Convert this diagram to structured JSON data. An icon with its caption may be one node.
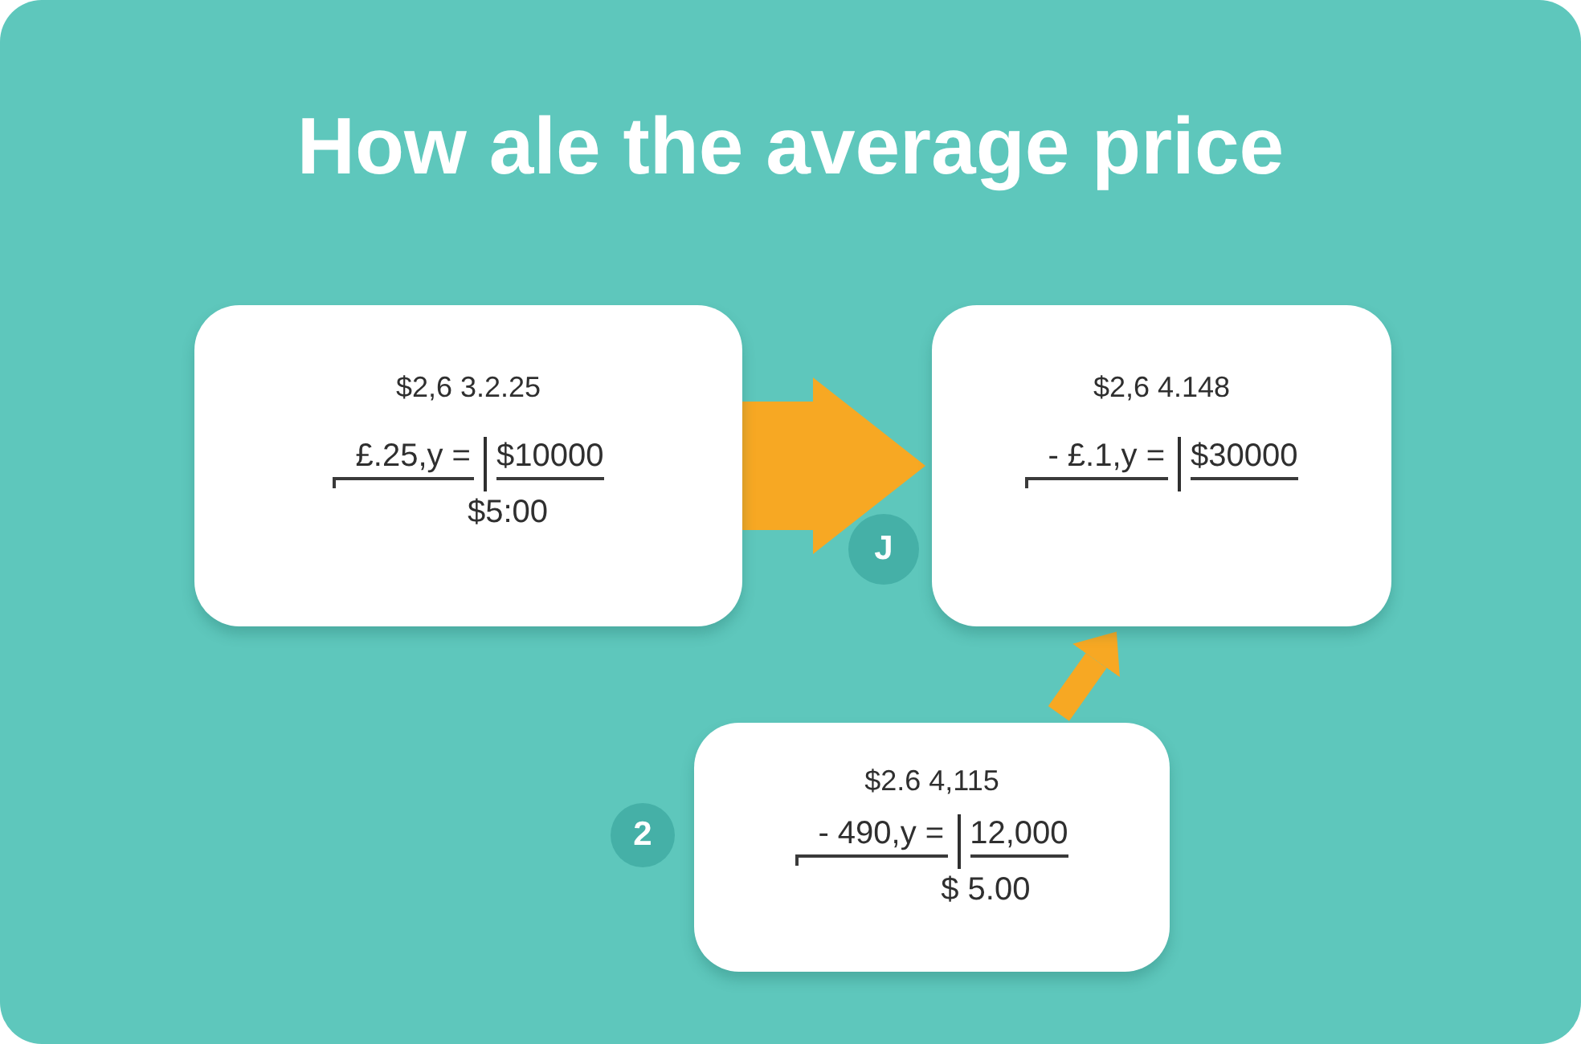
{
  "diagram": {
    "title": "How ale the average price",
    "nodes": [
      {
        "text": [
          "$2,6 3.2.25",
          "£.25,y =",
          "$10000",
          "$5:00"
        ]
      },
      {
        "text": [
          "$2,6 4.148",
          "- £.1,y =",
          "$30000"
        ]
      },
      {
        "text": [
          "$2.6 4,115",
          "- 490,y =",
          "12,000",
          "$ 5.00"
        ]
      }
    ],
    "edges": [
      {
        "from": 0,
        "to": 1,
        "arrow": "to",
        "style": "thick"
      },
      {
        "from": 2,
        "to": 1,
        "arrow": "to"
      }
    ],
    "labels": [
      "J",
      "2"
    ]
  }
}
